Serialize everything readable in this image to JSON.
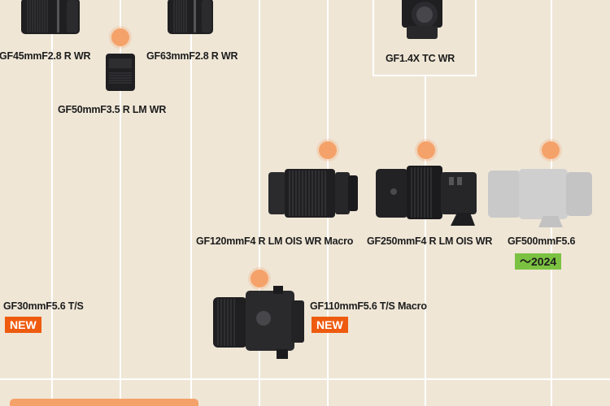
{
  "colors": {
    "background": "#efe6d6",
    "grid_line": "#ffffff",
    "dot": "#f5a26a",
    "new_badge": "#ee5b0f",
    "year_badge": "#7cc242",
    "lens_body": "#1f1f21",
    "future_lens": "#c9c9c9"
  },
  "lenses": [
    {
      "label": "GF45mmF2.8 R WR",
      "icon": "lens-icon"
    },
    {
      "label": "GF63mmF2.8 R WR",
      "icon": "lens-icon"
    },
    {
      "label": "GF50mmF3.5 R  LM WR",
      "icon": "lens-icon"
    },
    {
      "label": "GF1.4X TC WR",
      "icon": "teleconverter-icon"
    },
    {
      "label": "GF120mmF4 R LM OIS WR Macro",
      "icon": "lens-icon"
    },
    {
      "label": "GF250mmF4 R LM OIS WR",
      "icon": "lens-icon"
    },
    {
      "label": "GF500mmF5.6",
      "icon": "lens-icon",
      "badge": "〜2024"
    },
    {
      "label": "GF30mmF5.6 T/S",
      "icon": "lens-icon",
      "badge": "NEW"
    },
    {
      "label": "GF110mmF5.6 T/S Macro",
      "icon": "tilt-shift-lens-icon",
      "badge": "NEW"
    }
  ]
}
